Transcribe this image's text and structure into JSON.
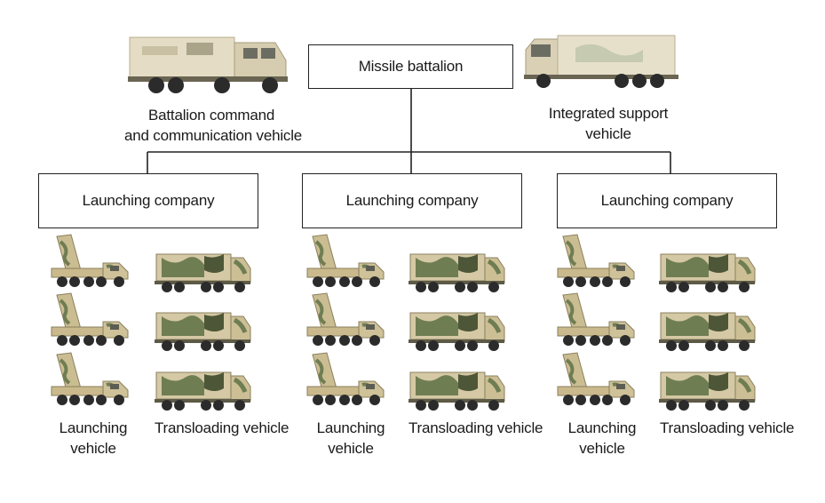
{
  "battalion": {
    "label": "Missile battalion"
  },
  "command_vehicle": {
    "line1": "Battalion command",
    "line2": "and communication vehicle"
  },
  "support_vehicle": {
    "line1": "Integrated support",
    "line2": "vehicle"
  },
  "companies": [
    {
      "label": "Launching company",
      "launcher_line1": "Launching",
      "launcher_line2": "vehicle",
      "transloader": "Transloading vehicle"
    },
    {
      "label": "Launching company",
      "launcher_line1": "Launching",
      "launcher_line2": "vehicle",
      "transloader": "Transloading vehicle"
    },
    {
      "label": "Launching company",
      "launcher_line1": "Launching",
      "launcher_line2": "vehicle",
      "transloader": "Transloading vehicle"
    }
  ],
  "colors": {
    "camo_tan": "#d8c9a3",
    "camo_green": "#6f7d52",
    "camo_dark": "#4e5638",
    "tire": "#2b2b2b",
    "line": "#222222"
  }
}
